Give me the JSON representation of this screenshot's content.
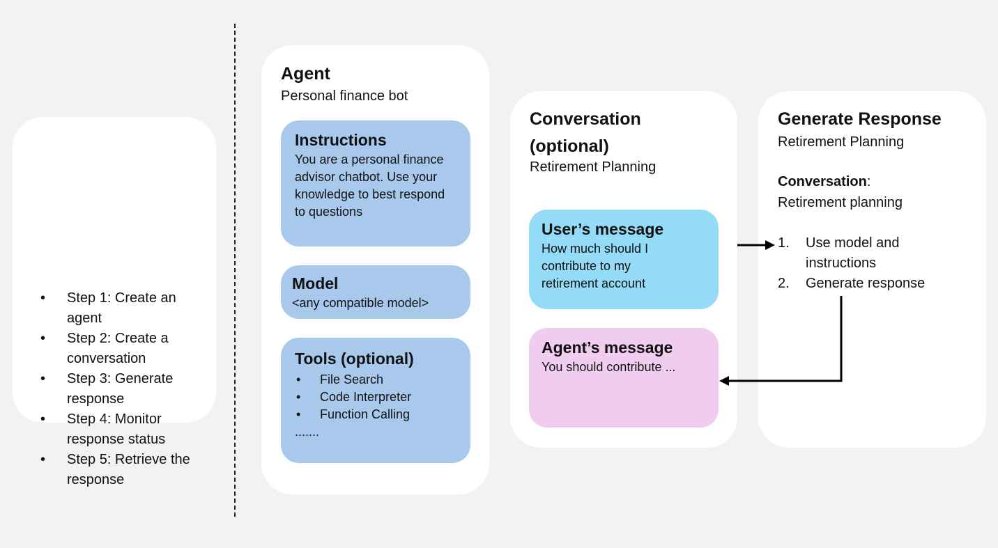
{
  "steps_panel": {
    "items": [
      "Step 1: Create an agent",
      "Step 2: Create a conversation",
      "Step 3: Generate response",
      "Step 4: Monitor response status",
      "Step 5: Retrieve the response"
    ]
  },
  "agent": {
    "title": "Agent",
    "subtitle": "Personal finance bot",
    "instructions": {
      "title": "Instructions",
      "text": "You are a personal finance advisor chatbot. Use your knowledge to best respond to questions"
    },
    "model": {
      "title": "Model",
      "text": "<any compatible model>"
    },
    "tools": {
      "title": "Tools (optional)",
      "items": [
        "File Search",
        "Code Interpreter",
        "Function Calling"
      ],
      "more": "......."
    }
  },
  "conversation": {
    "title_line1": "Conversation",
    "title_line2": "(optional)",
    "subtitle": "Retirement Planning",
    "user_message": {
      "title": "User’s message",
      "text": "How much should I contribute to my retirement account"
    },
    "agent_message": {
      "title": "Agent’s message",
      "text": "You should contribute ..."
    }
  },
  "generate": {
    "title": "Generate Response",
    "subtitle": "Retirement Planning",
    "conv_label": "Conversation",
    "conv_colon": ":",
    "conv_value": "Retirement planning",
    "steps": [
      {
        "num": "1.",
        "text": "Use model and instructions"
      },
      {
        "num": "2.",
        "text": "Generate response"
      }
    ]
  }
}
